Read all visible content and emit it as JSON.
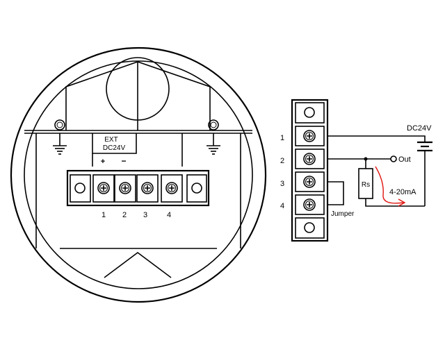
{
  "left_panel": {
    "ext_label": "EXT",
    "dc_label": "DC24V",
    "plus_sign": "+",
    "minus_sign": "−",
    "terminal_numbers": [
      "1",
      "2",
      "3",
      "4"
    ]
  },
  "right_panel": {
    "terminal_numbers": [
      "1",
      "2",
      "3",
      "4"
    ],
    "supply_label": "DC24V",
    "out_label": "Out",
    "resistor_label": "Rs",
    "current_label": "4-20mA",
    "jumper_label": "Jumper"
  },
  "colors": {
    "line": "#000000",
    "current_arrow": "#e0140e",
    "background": "#ffffff"
  }
}
